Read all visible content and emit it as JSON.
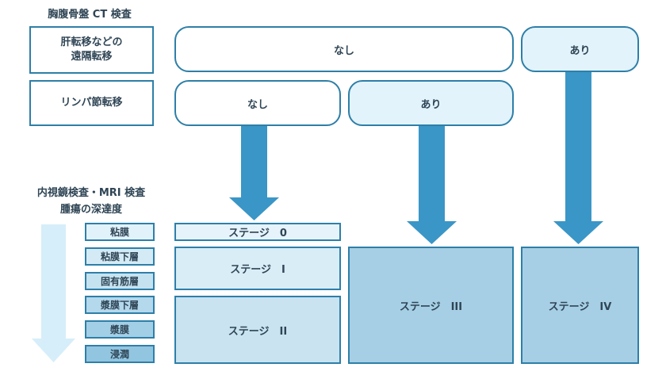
{
  "headings": {
    "ct": "胸腹骨盤 CT 検査",
    "endoscopy_line1": "内視鏡検査・MRI 検査",
    "endoscopy_line2": "腫瘍の深達度"
  },
  "row_labels": {
    "distant_metastasis_line1": "肝転移などの",
    "distant_metastasis_line2": "遠隔転移",
    "lymph_metastasis": "リンパ節転移"
  },
  "distant": {
    "none": "なし",
    "present": "あり"
  },
  "lymph": {
    "none": "なし",
    "present": "あり"
  },
  "depth_levels": [
    "粘膜",
    "粘膜下層",
    "固有筋層",
    "漿膜下層",
    "漿膜",
    "浸潤"
  ],
  "stages": {
    "s0": "ステージ　0",
    "s1": "ステージ　I",
    "s2": "ステージ　II",
    "s3": "ステージ　III",
    "s4": "ステージ　IV"
  },
  "colors": {
    "border": "#2e7fa8",
    "arrow": "#3a96c6",
    "depth_arrow": "#d6eef9",
    "pill_light": "#e2f3fb",
    "stage0": "#e6f3fa",
    "stage1": "#d9edf7",
    "stage2": "#c9e3f1",
    "stage34": "#a6cfe5"
  }
}
